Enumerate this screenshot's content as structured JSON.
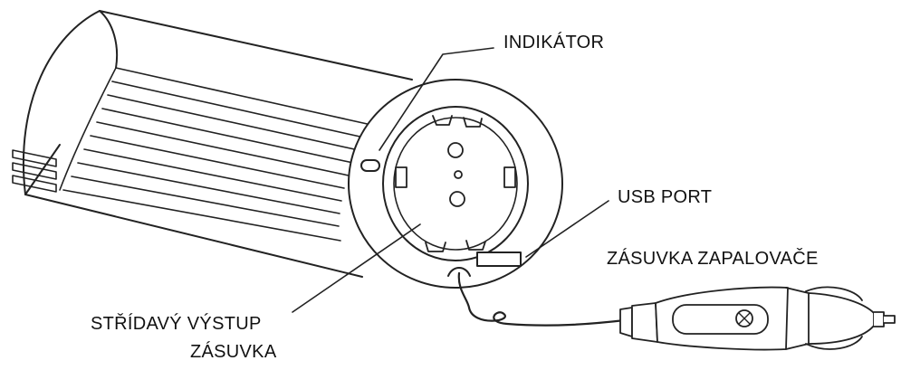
{
  "labels": {
    "indicator": "INDIKÁTOR",
    "usb_port": "USB PORT",
    "lighter_socket": "ZÁSUVKA ZAPALOVAČE",
    "ac_output_line1": "STŘÍDAVÝ VÝSTUP",
    "ac_output_line2": "ZÁSUVKA"
  },
  "colors": {
    "line": "#222222",
    "fill": "#ffffff"
  }
}
